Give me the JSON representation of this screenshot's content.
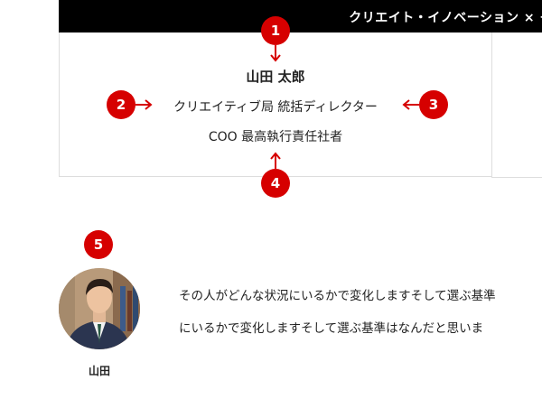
{
  "header": {
    "title": "クリエイト・イノベーション × そ"
  },
  "profile": {
    "name": "山田 太郎",
    "role": "クリエイティブ局 統括ディレクター",
    "title": "COO 最高執行責任社者"
  },
  "markers": [
    "1",
    "2",
    "3",
    "4",
    "5"
  ],
  "speaker": {
    "name": "山田",
    "lines": [
      "その人がどんな状況にいるかで変化しますそして選ぶ基準",
      "にいるかで変化しますそして選ぶ基準はなんだと思いま"
    ]
  },
  "colors": {
    "accent": "#d60000",
    "header_bg": "#000000"
  }
}
